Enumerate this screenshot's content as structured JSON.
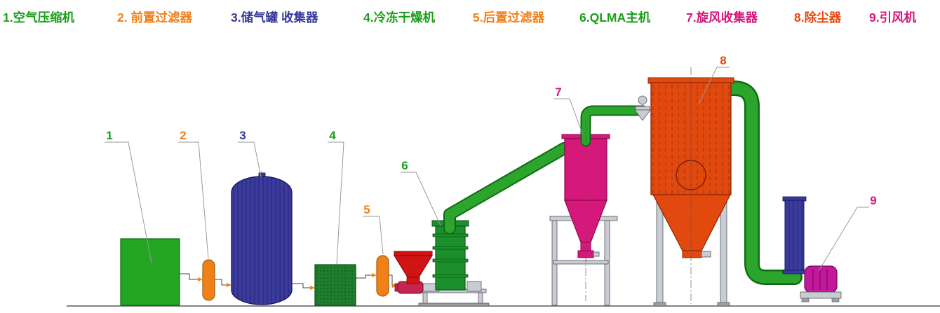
{
  "palette": {
    "equipment_green": "#23a523",
    "dark_green": "#1e7e2e",
    "mill_green": "#1c8f2c",
    "pipe_green": "#2ca52c",
    "pipe_outline": "#0e6b14",
    "orange": "#f08018",
    "navy_blue": "#3b3b9e",
    "magenta": "#d6187a",
    "orange_red": "#e2490f",
    "hopper_red": "#d01313",
    "fan_magenta": "#c2189c",
    "steel_gray": "#c8ccd4"
  },
  "legend": {
    "items": [
      {
        "text": "1.空气压缩机",
        "color": "#18a018"
      },
      {
        "text": "2. 前置过滤器",
        "color": "#f08018"
      },
      {
        "text": "3.储气罐 收集器",
        "color": "#34399b"
      },
      {
        "text": "4.冷冻干燥机",
        "color": "#18a018"
      },
      {
        "text": "5.后置过滤器",
        "color": "#f08018"
      },
      {
        "text": "6.QLMA主机",
        "color": "#18a018"
      },
      {
        "text": "7.旋风收集器",
        "color": "#d4177d"
      },
      {
        "text": "8.除尘器",
        "color": "#e8490e"
      },
      {
        "text": "9.引风机",
        "color": "#d4177d"
      }
    ]
  },
  "callouts": [
    {
      "n": "1",
      "color": "#18a018"
    },
    {
      "n": "2",
      "color": "#f08018"
    },
    {
      "n": "3",
      "color": "#34399b"
    },
    {
      "n": "4",
      "color": "#18a018"
    },
    {
      "n": "5",
      "color": "#f08018"
    },
    {
      "n": "6",
      "color": "#18a018"
    },
    {
      "n": "7",
      "color": "#d4177d"
    },
    {
      "n": "8",
      "color": "#e8490e"
    },
    {
      "n": "9",
      "color": "#d4177d"
    }
  ]
}
